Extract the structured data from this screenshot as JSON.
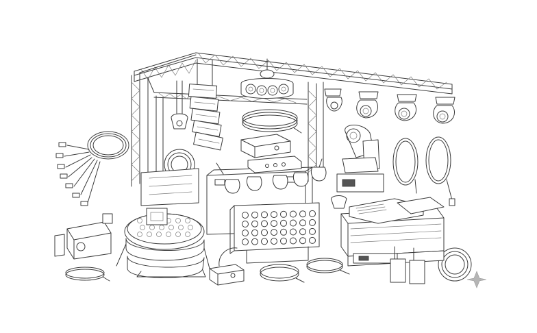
{
  "scene": {
    "background": "#ffffff",
    "line_color": "#3a3a3a",
    "style": "pencil line sketch"
  },
  "items": {
    "truss": "truss-structure",
    "line_array": "line-array-speaker",
    "moving_heads": 4,
    "sparkle_icon": "sparkle-icon"
  }
}
